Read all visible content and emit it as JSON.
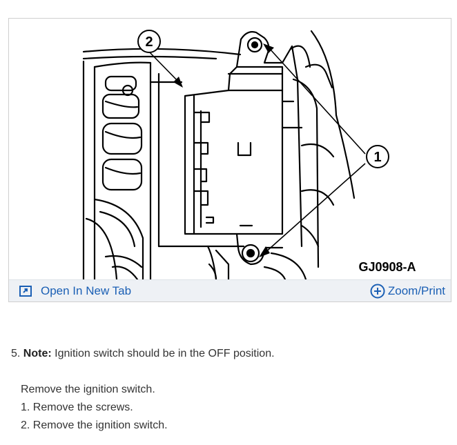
{
  "figure": {
    "callouts": [
      "1",
      "2"
    ],
    "code": "GJ0908-A",
    "toolbar": {
      "open_icon": "open-in-new-tab-icon",
      "open_label": "Open In New Tab",
      "zoom_icon": "zoom-plus-icon",
      "zoom_label": "Zoom/Print",
      "accent": "#1a5fb4",
      "background": "#eef1f5"
    }
  },
  "steps": {
    "number": "5.",
    "note_label": "Note:",
    "note_text": "Ignition switch should be in the OFF position.",
    "intro": "Remove the ignition switch.",
    "items": [
      "1. Remove the screws.",
      "2. Remove the ignition switch."
    ]
  }
}
